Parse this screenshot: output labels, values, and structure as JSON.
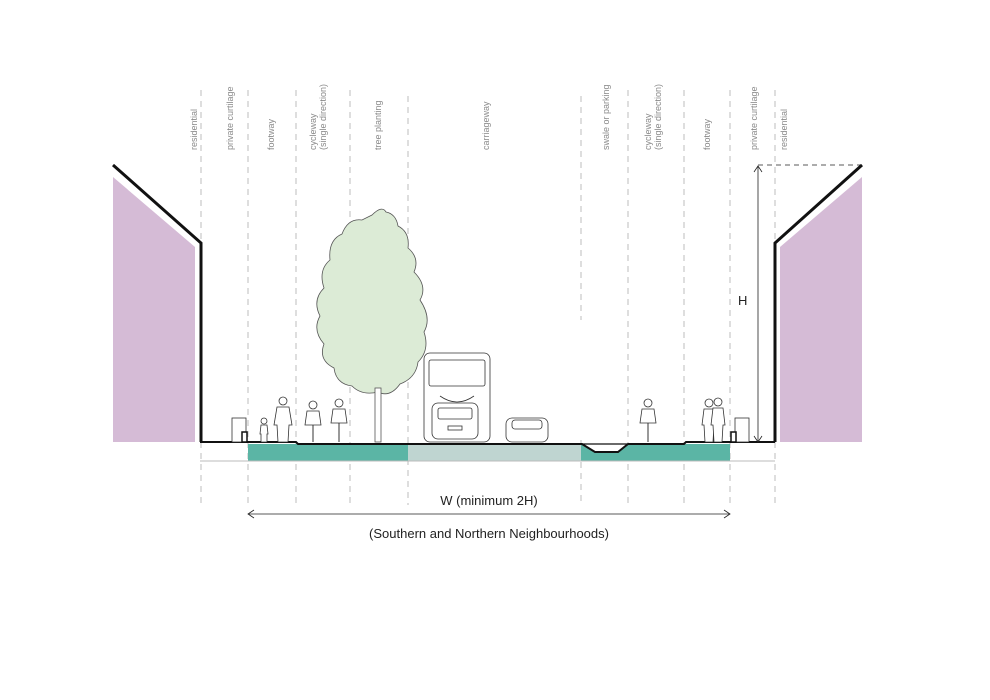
{
  "zones": [
    {
      "lines": [
        "residential"
      ]
    },
    {
      "lines": [
        "private curtilage"
      ]
    },
    {
      "lines": [
        "footway"
      ]
    },
    {
      "lines": [
        "cycleway",
        "(single direction)"
      ]
    },
    {
      "lines": [
        "tree planting"
      ]
    },
    {
      "lines": [
        "carriageway"
      ]
    },
    {
      "lines": [
        "swale or parking"
      ]
    },
    {
      "lines": [
        "cycleway",
        "(single direction)"
      ]
    },
    {
      "lines": [
        "footway"
      ]
    },
    {
      "lines": [
        "private curtilage"
      ]
    },
    {
      "lines": [
        "residential"
      ]
    }
  ],
  "height_label": "H",
  "width_label": "W (minimum 2H)",
  "caption": "(Southern and Northern Neighbourhoods)",
  "colors": {
    "building": "#d5bbd6",
    "cycle": "#5bb5a5",
    "carriageway": "#bfd5d1",
    "tree": "#dcebd6"
  }
}
